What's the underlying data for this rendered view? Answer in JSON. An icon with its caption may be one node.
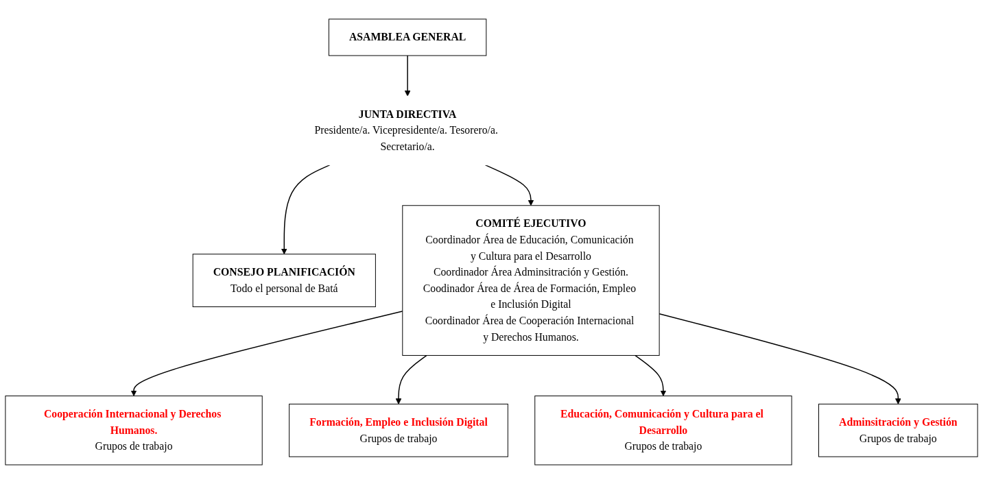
{
  "diagram": {
    "nodes": [
      {
        "text": [
          "ASAMBLEA GENERAL"
        ]
      },
      {
        "text": [
          "JUNTA DIRECTIVA",
          "Presidente/a. Vicepresidente/a. Tesorero/a. Secretario/a."
        ]
      },
      {
        "text": [
          "CONSEJO PLANIFICACIÓN",
          "Todo el personal de Batá"
        ]
      },
      {
        "text": [
          "COMITÉ EJECUTIVO",
          "Coordinador Área de Educación, Comunicación y Cultura para el Desarrollo",
          "Coordinador Área Adminsitración y Gestión.",
          "Coodinador Área de Área de Formación, Empleo e Inclusión Digital",
          "Coordinador Área de Cooperación Internacional y Derechos Humanos."
        ]
      },
      {
        "text": [
          "Cooperación Internacional y Derechos Humanos.",
          "Grupos de trabajo"
        ]
      },
      {
        "text": [
          "Formación, Empleo e Inclusión Digital",
          "Grupos de trabajo"
        ]
      },
      {
        "text": [
          "Educación, Comunicación y Cultura para el Desarrollo",
          "Grupos de trabajo"
        ]
      },
      {
        "text": [
          "Adminsitración y Gestión",
          "Grupos de trabajo"
        ]
      }
    ],
    "edges": [
      {
        "from": 0,
        "to": 1,
        "arrow": "to"
      },
      {
        "from": 1,
        "to": 2,
        "arrow": "to"
      },
      {
        "from": 1,
        "to": 3,
        "arrow": "to"
      },
      {
        "from": 3,
        "to": 4,
        "arrow": "to"
      },
      {
        "from": 3,
        "to": 5,
        "arrow": "to"
      },
      {
        "from": 3,
        "to": 6,
        "arrow": "to"
      },
      {
        "from": 3,
        "to": 7,
        "arrow": "to"
      }
    ]
  }
}
